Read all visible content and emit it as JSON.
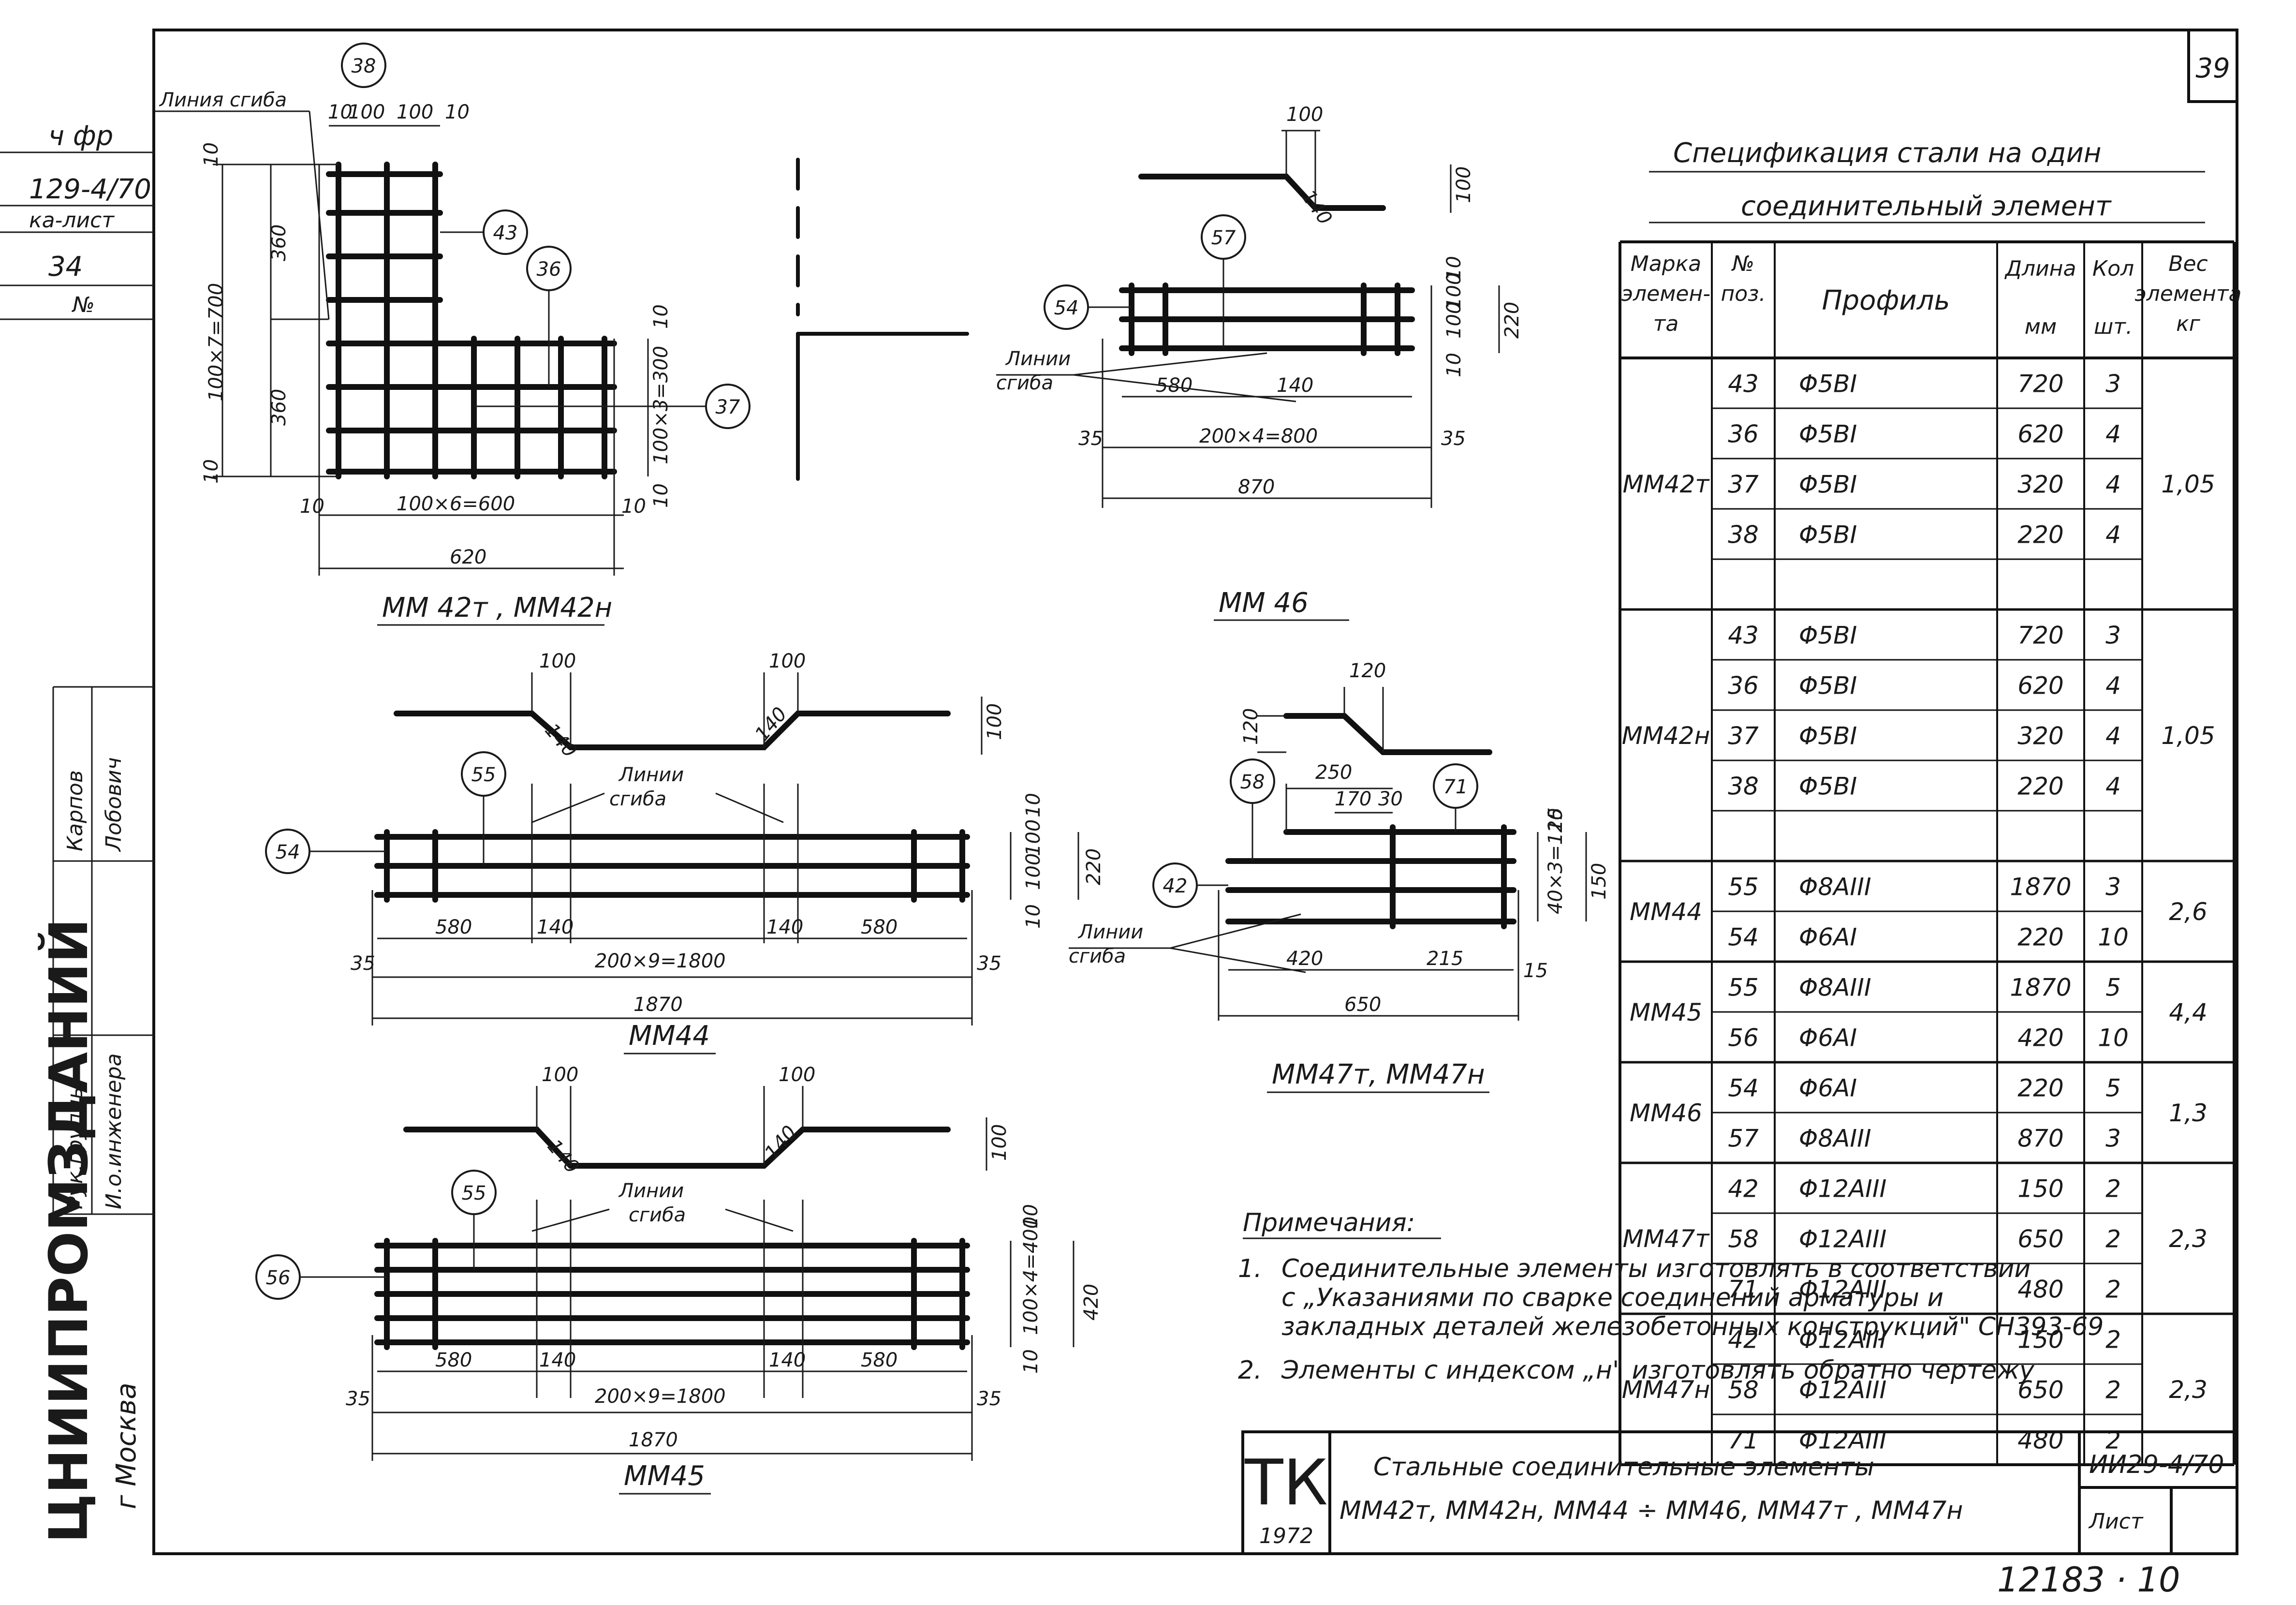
{
  "sheet_number": "39",
  "footer_number": "12183 · 10",
  "left_strip": {
    "top_cells": [
      "ч фр",
      "129-4/70",
      "ка-лист",
      "34",
      "№"
    ],
    "staff": [
      "Карпов",
      "Лобович",
      "Рук.группы",
      "И.о.инженера"
    ],
    "org": "ЦНИИПРОМЗДАНИЙ",
    "city": "г Москва"
  },
  "spec": {
    "title_line1": "Спецификация стали на один",
    "title_line2": "соединительный элемент",
    "headers": {
      "mark": [
        "Марка",
        "элемен-",
        "та"
      ],
      "pos": [
        "№",
        "поз."
      ],
      "profile": "Профиль",
      "length": [
        "Длина",
        "мм"
      ],
      "qty": [
        "Кол",
        "шт."
      ],
      "weight": [
        "Вес",
        "элемента",
        "кг"
      ]
    },
    "groups": [
      {
        "mark": "ММ42т",
        "weight": "1,05",
        "rows": [
          {
            "pos": "43",
            "profile": "Φ5BI",
            "length": "720",
            "qty": "3"
          },
          {
            "pos": "36",
            "profile": "Φ5BI",
            "length": "620",
            "qty": "4"
          },
          {
            "pos": "37",
            "profile": "Φ5BI",
            "length": "320",
            "qty": "4"
          },
          {
            "pos": "38",
            "profile": "Φ5BI",
            "length": "220",
            "qty": "4"
          },
          {
            "pos": "",
            "profile": "",
            "length": "",
            "qty": ""
          }
        ]
      },
      {
        "mark": "ММ42н",
        "weight": "1,05",
        "rows": [
          {
            "pos": "43",
            "profile": "Φ5BI",
            "length": "720",
            "qty": "3"
          },
          {
            "pos": "36",
            "profile": "Φ5BI",
            "length": "620",
            "qty": "4"
          },
          {
            "pos": "37",
            "profile": "Φ5BI",
            "length": "320",
            "qty": "4"
          },
          {
            "pos": "38",
            "profile": "Φ5BI",
            "length": "220",
            "qty": "4"
          },
          {
            "pos": "",
            "profile": "",
            "length": "",
            "qty": ""
          }
        ]
      },
      {
        "mark": "ММ44",
        "weight": "2,6",
        "rows": [
          {
            "pos": "55",
            "profile": "Φ8AIII",
            "length": "1870",
            "qty": "3"
          },
          {
            "pos": "54",
            "profile": "Φ6AI",
            "length": "220",
            "qty": "10"
          }
        ]
      },
      {
        "mark": "ММ45",
        "weight": "4,4",
        "rows": [
          {
            "pos": "55",
            "profile": "Φ8AIII",
            "length": "1870",
            "qty": "5"
          },
          {
            "pos": "56",
            "profile": "Φ6AI",
            "length": "420",
            "qty": "10"
          }
        ]
      },
      {
        "mark": "ММ46",
        "weight": "1,3",
        "rows": [
          {
            "pos": "54",
            "profile": "Φ6AI",
            "length": "220",
            "qty": "5"
          },
          {
            "pos": "57",
            "profile": "Φ8AIII",
            "length": "870",
            "qty": "3"
          }
        ]
      },
      {
        "mark": "ММ47т",
        "weight": "2,3",
        "rows": [
          {
            "pos": "42",
            "profile": "Φ12AIII",
            "length": "150",
            "qty": "2"
          },
          {
            "pos": "58",
            "profile": "Φ12AIII",
            "length": "650",
            "qty": "2"
          },
          {
            "pos": "71",
            "profile": "Φ12AIII",
            "length": "480",
            "qty": "2"
          }
        ]
      },
      {
        "mark": "ММ47н",
        "weight": "2,3",
        "rows": [
          {
            "pos": "42",
            "profile": "Φ12AIII",
            "length": "150",
            "qty": "2"
          },
          {
            "pos": "58",
            "profile": "Φ12AIII",
            "length": "650",
            "qty": "2"
          },
          {
            "pos": "71",
            "profile": "Φ12AIII",
            "length": "480",
            "qty": "2"
          }
        ]
      }
    ]
  },
  "drawings": {
    "mm42": {
      "caption": "ММ 42т , ММ42н",
      "bend_label": "Линия сгиба",
      "marks": [
        "38",
        "43",
        "36",
        "37"
      ],
      "dims": [
        "10",
        "100",
        "100",
        "10",
        "10",
        "360",
        "360",
        "100×7=700",
        "10",
        "10",
        "100×3=300",
        "10",
        "10",
        "100×6=600",
        "10",
        "620"
      ]
    },
    "mm46": {
      "caption": "ММ 46",
      "bend_label": [
        "Линии",
        "сгиба"
      ],
      "marks": [
        "57",
        "54"
      ],
      "dims": [
        "100",
        "140",
        "100",
        "10",
        "100",
        "100",
        "10",
        "220",
        "580",
        "140",
        "35",
        "200×4=800",
        "35",
        "870"
      ]
    },
    "mm44": {
      "caption": "ММ44",
      "bend_label": [
        "Линии",
        "сгиба"
      ],
      "marks": [
        "55",
        "54"
      ],
      "dims": [
        "100",
        "100",
        "140",
        "140",
        "100",
        "10",
        "100",
        "100",
        "10",
        "220",
        "580",
        "140",
        "140",
        "580",
        "35",
        "200×9=1800",
        "35",
        "1870"
      ]
    },
    "mm47": {
      "caption": "ММ47т, ММ47н",
      "bend_label": [
        "Линии",
        "сгиба"
      ],
      "marks": [
        "58",
        "71",
        "42"
      ],
      "dims": [
        "120",
        "120",
        "250",
        "170",
        "30",
        "15",
        "40×3=120",
        "15",
        "150",
        "420",
        "215",
        "650"
      ]
    },
    "mm45": {
      "caption": "ММ45",
      "bend_label": [
        "Линии",
        "сгиба"
      ],
      "marks": [
        "55",
        "56"
      ],
      "dims": [
        "100",
        "100",
        "140",
        "140",
        "100",
        "10",
        "100×4=400",
        "10",
        "420",
        "580",
        "140",
        "140",
        "580",
        "35",
        "200×9=1800",
        "35",
        "1870"
      ]
    }
  },
  "notes": {
    "title": "Примечания:",
    "items": [
      {
        "num": "1.",
        "lines": [
          "Соединительные элементы изготовлять в соответствии",
          "с „Указаниями по сварке соединений арматуры и",
          "закладных деталей железобетонных конструкций\" СН393-69"
        ]
      },
      {
        "num": "2.",
        "lines": [
          "Элементы с индексом „н\" изготовлять обратно чертежу"
        ]
      }
    ]
  },
  "title_block": {
    "logo": "ТК",
    "year": "1972",
    "line1": "Стальные соединительные элементы",
    "line2": "ММ42т, ММ42н, ММ44 ÷ ММ46, ММ47т , ММ47н",
    "code": "ИИ29-4/70",
    "sheet_label": "Лист"
  }
}
